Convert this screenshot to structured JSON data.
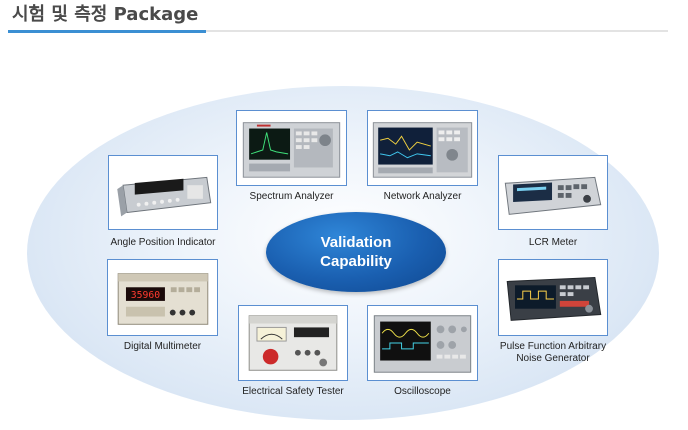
{
  "page": {
    "title": "시험 및 측정 Package"
  },
  "center": {
    "line1": "Validation",
    "line2": "Capability"
  },
  "instruments": [
    {
      "label": "Spectrum Analyzer",
      "icon": "spectrum-analyzer-photo"
    },
    {
      "label": "Network Analyzer",
      "icon": "network-analyzer-photo"
    },
    {
      "label": "Angle Position Indicator",
      "icon": "angle-position-indicator-photo"
    },
    {
      "label": "LCR Meter",
      "icon": "lcr-meter-photo"
    },
    {
      "label": "Digital Multimeter",
      "icon": "digital-multimeter-photo",
      "display_reading": "35960"
    },
    {
      "label_line1": "Pulse Function Arbitrary",
      "label_line2": "Noise Generator",
      "icon": "pulse-function-generator-photo"
    },
    {
      "label": "Electrical Safety Tester",
      "icon": "electrical-safety-tester-photo"
    },
    {
      "label": "Oscilloscope",
      "icon": "oscilloscope-photo"
    }
  ],
  "colors": {
    "accent": "#3b8fd3",
    "frame_border": "#5b8fd1",
    "center_fill": "#1a5fb0"
  }
}
